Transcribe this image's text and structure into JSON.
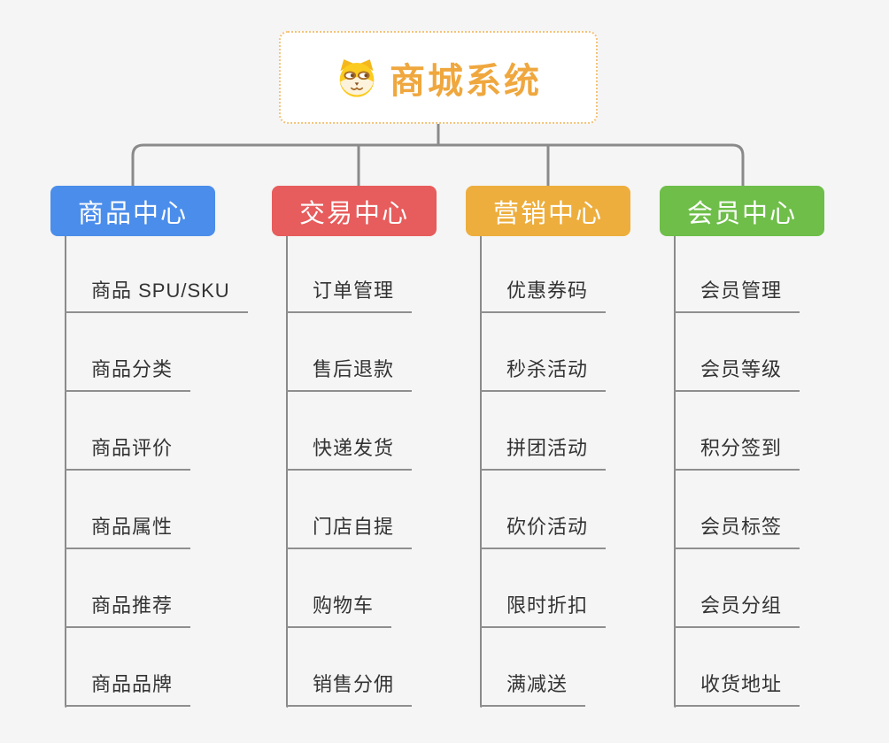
{
  "page": {
    "background": "#F5F5F5"
  },
  "root": {
    "title": "商城系统",
    "icon": "dog-face-icon",
    "title_color": "#EFA73E",
    "border_color": "#F3C379"
  },
  "connectors": {
    "color": "#8A8A8A"
  },
  "branches": [
    {
      "label": "商品中心",
      "color": "#4B8DEA",
      "children": [
        "商品 SPU/SKU",
        "商品分类",
        "商品评价",
        "商品属性",
        "商品推荐",
        "商品品牌"
      ]
    },
    {
      "label": "交易中心",
      "color": "#E75C5C",
      "children": [
        "订单管理",
        "售后退款",
        "快递发货",
        "门店自提",
        "购物车",
        "销售分佣"
      ]
    },
    {
      "label": "营销中心",
      "color": "#EDAE3D",
      "children": [
        "优惠券码",
        "秒杀活动",
        "拼团活动",
        "砍价活动",
        "限时折扣",
        "满减送"
      ]
    },
    {
      "label": "会员中心",
      "color": "#6EBE49",
      "children": [
        "会员管理",
        "会员等级",
        "积分签到",
        "会员标签",
        "会员分组",
        "收货地址"
      ]
    }
  ]
}
